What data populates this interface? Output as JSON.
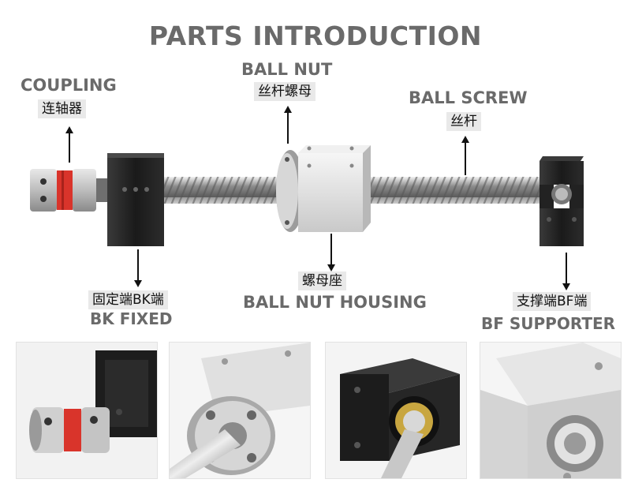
{
  "page": {
    "title": "PARTS INTRODUCTION"
  },
  "labels": {
    "coupling": {
      "en": "COUPLING",
      "cn": "连轴器"
    },
    "ball_nut": {
      "en": "BALL NUT",
      "cn": "丝杆螺母"
    },
    "ball_screw": {
      "en": "BALL SCREW",
      "cn": "丝杆"
    },
    "bk_fixed": {
      "en": "BK FIXED",
      "cn": "固定端BK端"
    },
    "ball_nut_housing": {
      "en": "BALL NUT HOUSING",
      "cn": "螺母座"
    },
    "bf_supporter": {
      "en": "BF SUPPORTER",
      "cn": "支撑端BF端"
    }
  },
  "colors": {
    "label_gray": "#6a6a6a",
    "cn_background": "#e9e9e9",
    "coupling_red": "#d9342b",
    "block_black": "#1b1b1b",
    "housing_silver": "#e4e4e4"
  },
  "thumbnails": [
    {
      "subject": "coupling"
    },
    {
      "subject": "ball-nut"
    },
    {
      "subject": "bk-fixed-support"
    },
    {
      "subject": "ball-nut-housing"
    }
  ]
}
